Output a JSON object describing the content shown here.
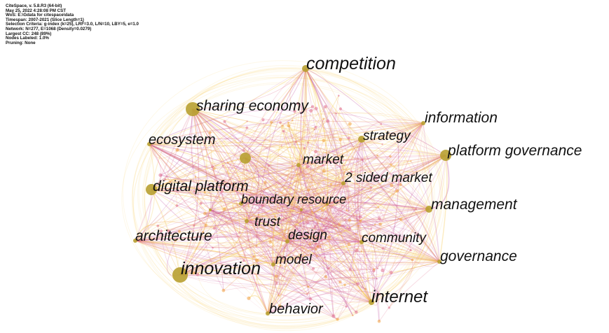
{
  "header": {
    "lines": [
      "CiteSpace, v. 5.8.R3 (64-bit)",
      "May 25, 2022 4:28:08 PM CST",
      "WoS: E:\\Gdata for citespace\\data",
      "Timespan: 2007-2021 (Slice Length=1)",
      "Selection Criteria: g-index (k=25), LRF=3.0, L/N=10, LBY=5, e=1.0",
      "Network: N=277, E=1068 (Density=0.0279)",
      "Largest CC: 248 (89%)",
      "Nodes Labeled: 1.0%",
      "Pruning: None"
    ]
  },
  "colors": {
    "background": "#ffffff",
    "node": "#b8a030",
    "edge_warm": "#f5c542",
    "edge_orange": "#f0a040",
    "edge_pink": "#e07090",
    "edge_purple": "#c050a0",
    "label": "#111111"
  },
  "keywords": [
    "competition",
    "sharing economy",
    "information",
    "strategy",
    "ecosystem",
    "platform governance",
    "market",
    "2 sided market",
    "digital platform",
    "boundary resource",
    "management",
    "trust",
    "architecture",
    "design",
    "community",
    "governance",
    "model",
    "innovation",
    "internet",
    "behavior"
  ]
}
